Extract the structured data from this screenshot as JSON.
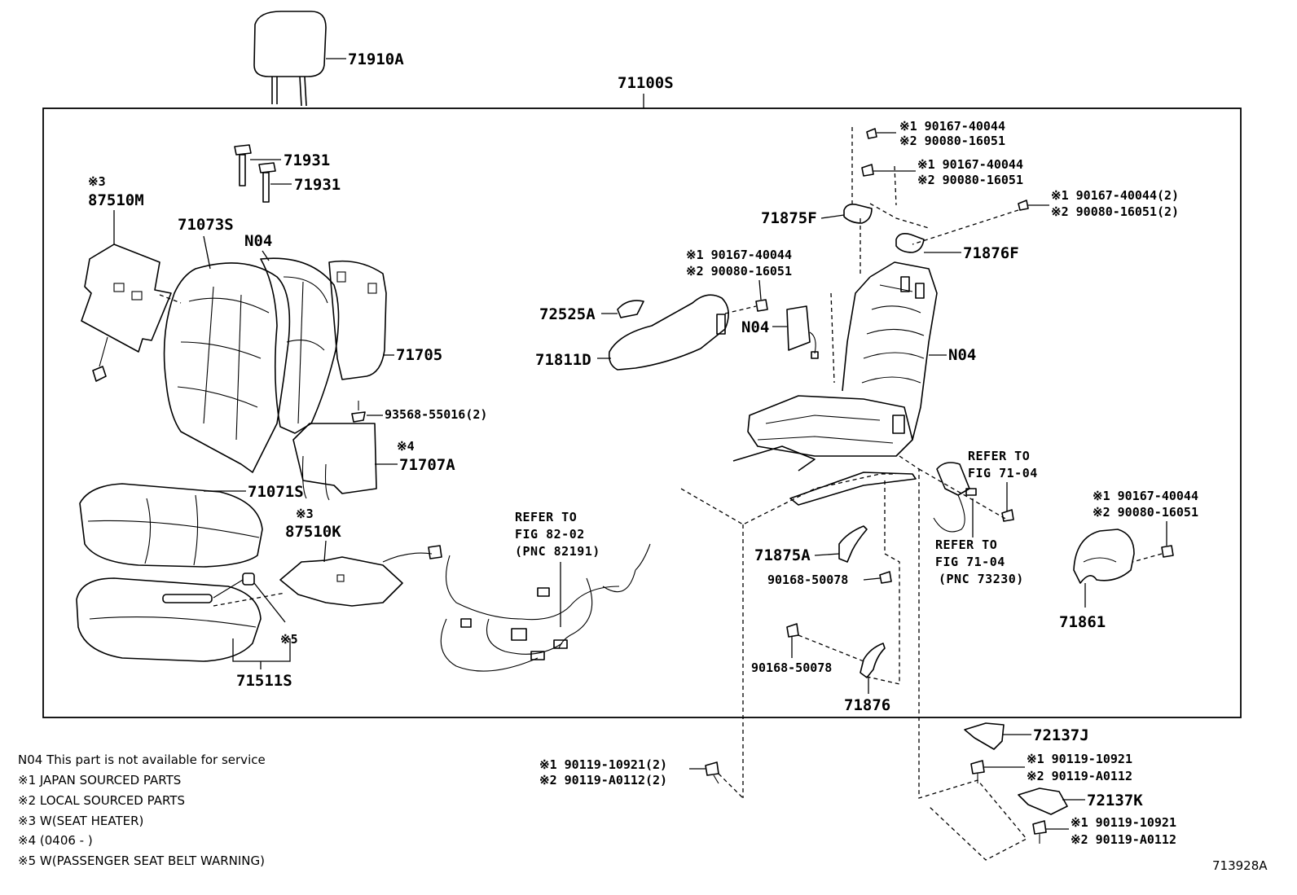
{
  "assembly_label": "71100S",
  "figure_id": "713928A",
  "labels": {
    "p71910A": "71910A",
    "p71931a": "71931",
    "p71931b": "71931",
    "p87510M_mark": "※3",
    "p87510M": "87510M",
    "p71073S": "71073S",
    "pN04a": "N04",
    "p71705": "71705",
    "p93568": "93568-55016(2)",
    "p71707A_mark": "※4",
    "p71707A": "71707A",
    "p71071S": "71071S",
    "p87510K_mark": "※3",
    "p87510K": "87510K",
    "p71511S_mark": "※5",
    "p71511S": "71511S",
    "p72525A": "72525A",
    "p71811D": "71811D",
    "pN04b": "N04",
    "pN04c": "N04",
    "p71875F": "71875F",
    "p71876F": "71876F",
    "p71875A": "71875A",
    "p90168a": "90168-50078",
    "p90168b": "90168-50078",
    "p71876": "71876",
    "p71861": "71861",
    "p72137J": "72137J",
    "p72137K": "72137K",
    "bolt_a1": "※1 90167-40044",
    "bolt_a2": "※2 90080-16051",
    "bolt_b1": "※1 90167-40044",
    "bolt_b2": "※2 90080-16051",
    "bolt_c1": "※1 90167-40044(2)",
    "bolt_c2": "※2 90080-16051(2)",
    "bolt_d1": "※1 90167-40044",
    "bolt_d2": "※2 90080-16051",
    "bolt_e1": "※1 90167-40044",
    "bolt_e2": "※2 90080-16051",
    "bolt_f1": "※1 90119-10921(2)",
    "bolt_f2": "※2 90119-A0112(2)",
    "bolt_g1": "※1 90119-10921",
    "bolt_g2": "※2 90119-A0112",
    "bolt_h1": "※1 90119-10921",
    "bolt_h2": "※2 90119-A0112"
  },
  "refers": {
    "r1_l1": "REFER TO",
    "r1_l2": "FIG 82-02",
    "r1_l3": "(PNC 82191)",
    "r2_l1": "REFER TO",
    "r2_l2": "FIG 71-04",
    "r3_l1": "REFER TO",
    "r3_l2": "FIG 71-04",
    "r3_l3": "(PNC 73230)"
  },
  "notes": [
    "N04 This part is not available for service",
    "※1 JAPAN SOURCED PARTS",
    "※2 LOCAL SOURCED PARTS",
    "※3 W(SEAT HEATER)",
    "※4 (0406 -        )",
    "※5 W(PASSENGER SEAT BELT WARNING)"
  ]
}
